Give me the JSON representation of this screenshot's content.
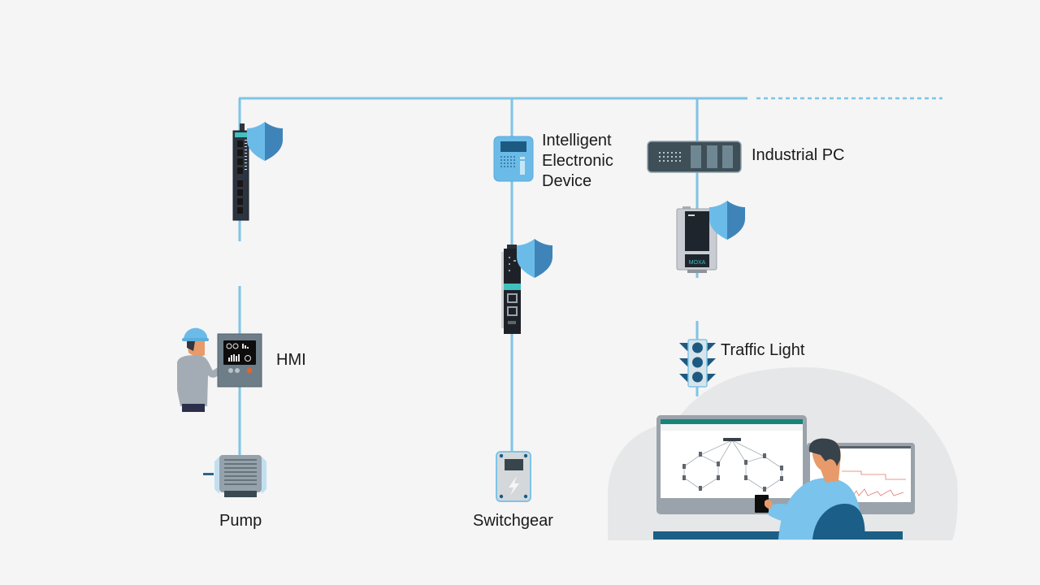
{
  "diagram": {
    "title": "Industrial network topology with secure devices",
    "colors": {
      "background": "#f5f5f5",
      "network_line": "#7ec4e6",
      "shield_light": "#6bbbe9",
      "shield_dark": "#3f84b8",
      "device_dark": "#2c3440",
      "device_teal": "#3fc1c0",
      "cloud": "#e6e7e8",
      "desk": "#1c5f86",
      "person_shirt": "#79c3ec",
      "chair": "#1b5e87"
    },
    "backbone": {
      "style_solid_then_dashed": true
    },
    "branches": [
      {
        "id": "left",
        "secure_device": "industrial-ethernet-switch",
        "secured": true,
        "nodes": [
          {
            "name": "HMI",
            "icon": "hmi-panel-icon"
          },
          {
            "name": "Pump",
            "icon": "pump-motor-icon"
          }
        ]
      },
      {
        "id": "middle",
        "secure_device": "protocol-gateway",
        "secured": true,
        "nodes": [
          {
            "name": "Intelligent\nElectronic\nDevice",
            "icon": "ied-icon"
          },
          {
            "name": "Switchgear",
            "icon": "switchgear-icon"
          }
        ]
      },
      {
        "id": "right",
        "secure_device": "moxa-serial-device-server",
        "secured": true,
        "nodes": [
          {
            "name": "Industrial PC",
            "icon": "industrial-pc-icon"
          },
          {
            "name": "Traffic Light",
            "icon": "traffic-light-icon"
          }
        ]
      }
    ],
    "labels": {
      "hmi": "HMI",
      "pump": "Pump",
      "ied": "Intelligent\nElectronic\nDevice",
      "switchgear": "Switchgear",
      "industrial_pc": "Industrial PC",
      "traffic_light": "Traffic Light",
      "gateway_brand": "MOXA"
    },
    "operator_station": {
      "description": "Operator monitoring network topology and charts on two monitors"
    }
  }
}
